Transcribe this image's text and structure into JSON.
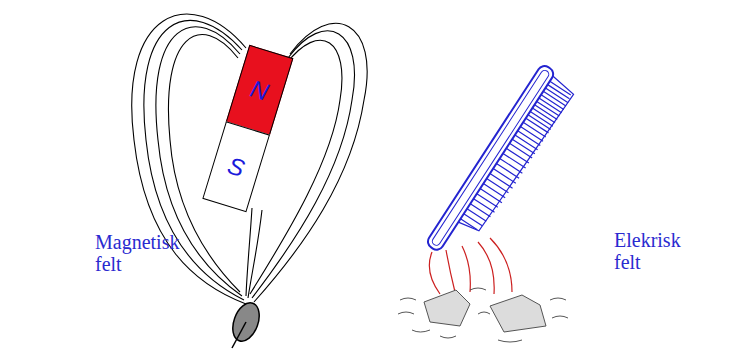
{
  "diagram": {
    "nodes": [
      {
        "text": [
          "N"
        ]
      },
      {
        "text": [
          "S"
        ]
      }
    ],
    "labels": [
      "Magnetisk felt",
      "Elekrisk felt"
    ]
  }
}
